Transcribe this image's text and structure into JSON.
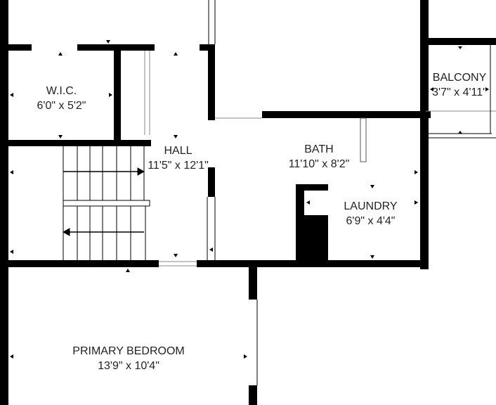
{
  "rooms": {
    "wic": {
      "name": "W.I.C.",
      "size": "6'0\" x 5'2\""
    },
    "hall": {
      "name": "HALL",
      "size": "11'5\" x 12'1\""
    },
    "bath": {
      "name": "BATH",
      "size": "11'10\" x 8'2\""
    },
    "laundry": {
      "name": "LAUNDRY",
      "size": "6'9\" x 4'4\""
    },
    "balcony": {
      "name": "BALCONY",
      "size": "3'7\" x 4'11\""
    },
    "primary_bedroom": {
      "name": "PRIMARY BEDROOM",
      "size": "13'9\" x 10'4\""
    }
  },
  "colors": {
    "wall": "#000000",
    "fixture": "#555555",
    "background": "#ffffff"
  }
}
